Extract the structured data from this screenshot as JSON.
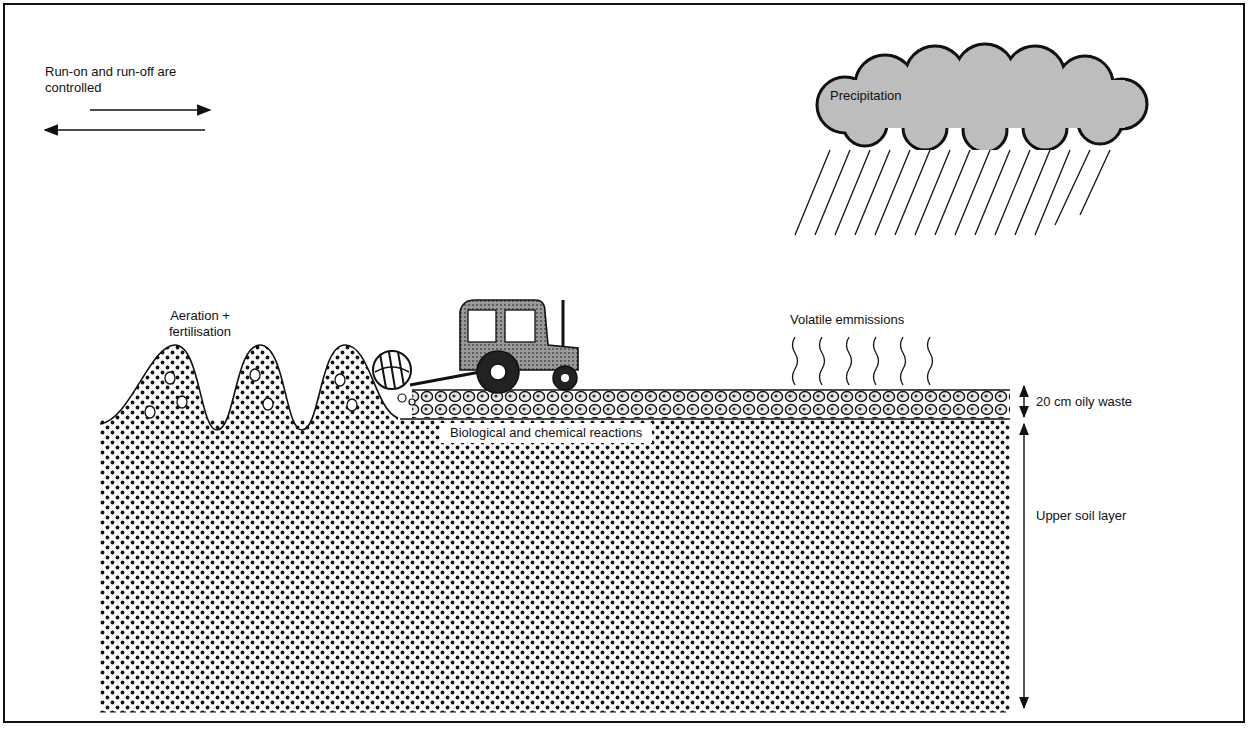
{
  "diagram": {
    "nodes": [
      {
        "text": [
          "Precipitation"
        ]
      }
    ],
    "labels": [
      "Run-on and run-off are controlled",
      "Aeration + fertilisation",
      "Volatile emmissions",
      "20 cm oily waste",
      "Biological and chemical reactions",
      "Upper soil layer"
    ]
  }
}
